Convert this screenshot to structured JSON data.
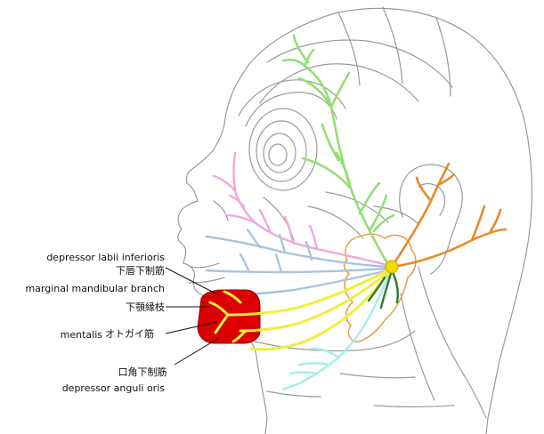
{
  "labels": {
    "depressor_labii_en": "depressor labii inferioris",
    "depressor_labii_jp": "下唇下制筋",
    "marginal_branch_en": "marginal mandibular branch",
    "marginal_branch_jp": "下顎縁枝",
    "mentalis_en": "mentalis",
    "mentalis_jp": "オトガイ筋",
    "depressor_anguli_jp": "口角下制筋",
    "depressor_anguli_en": "depressor anguli oris"
  },
  "colors": {
    "outline": "#9a9a9a",
    "temporal_branch": "#90e070",
    "zygomatic_branch": "#f0a8d8",
    "buccal_branch": "#a8c4e0",
    "marginal_branch": "#f2ee3a",
    "cervical_branch": "#a8ecec",
    "posterior_auricular": "#e88a2a",
    "parotid_outline": "#e8a050",
    "muscle_fill": "#dd0000",
    "nerve_trunk": "#f5d800",
    "deep_branch": "#2a7a2a"
  }
}
